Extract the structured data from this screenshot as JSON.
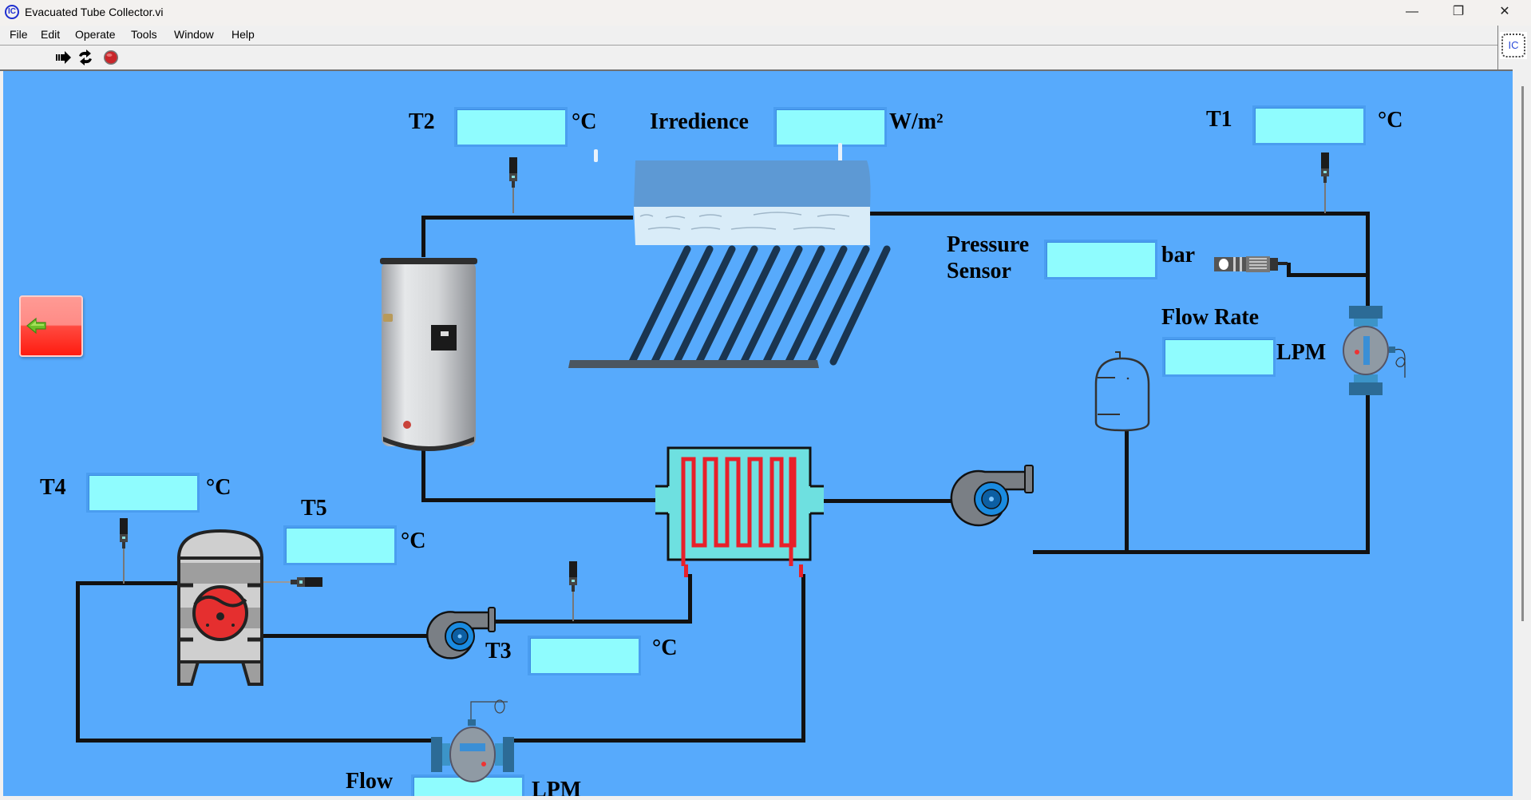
{
  "window": {
    "title": "Evacuated Tube Collector.vi",
    "app_icon_text": "IC",
    "controls": {
      "minimize": "—",
      "restore": "❐",
      "close": "✕"
    }
  },
  "menu": [
    "File",
    "Edit",
    "Operate",
    "Tools",
    "Window",
    "Help"
  ],
  "toolbar": {
    "run": "run-arrow",
    "run_continuously": "run-continuously",
    "abort": "abort-stop",
    "badge_text": "IC"
  },
  "front_panel": {
    "back_button_icon": "left-arrow",
    "indicators": {
      "t2": {
        "label": "T2",
        "unit": "°C",
        "value": ""
      },
      "irradiance": {
        "label": "Irredience",
        "unit": "W/m²",
        "value": ""
      },
      "t1": {
        "label": "T1",
        "unit": "°C",
        "value": ""
      },
      "pressure": {
        "label_line1": "Pressure",
        "label_line2": "Sensor",
        "unit": "bar",
        "value": ""
      },
      "flow_rate": {
        "label": "Flow Rate",
        "unit": "LPM",
        "value": ""
      },
      "t4": {
        "label": "T4",
        "unit": "°C",
        "value": ""
      },
      "t5": {
        "label": "T5",
        "unit": "°C",
        "value": ""
      },
      "t3": {
        "label": "T3",
        "unit": "°C",
        "value": ""
      },
      "flow": {
        "label": "Flow",
        "unit": "LPM",
        "value": ""
      }
    },
    "components": [
      "storage-tank",
      "evacuated-tube-collector",
      "heat-exchanger",
      "pump-main",
      "pump-secondary",
      "expansion-vessel",
      "flow-meter-main",
      "flow-meter-secondary",
      "boiler",
      "pressure-sensor",
      "temperature-sensors"
    ]
  }
}
